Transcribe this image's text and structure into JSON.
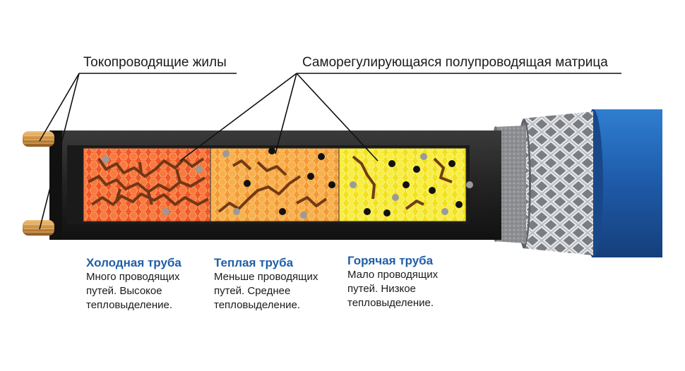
{
  "labels": {
    "conductors": "Токопроводящие жилы",
    "matrix": "Саморегулирующаяся полупроводящая матрица"
  },
  "sections": [
    {
      "title": "Холодная труба",
      "desc_lines": [
        "Много проводящих",
        "путей. Высокое",
        "тепловыделение."
      ]
    },
    {
      "title": "Теплая труба",
      "desc_lines": [
        "Меньше проводящих",
        "путей. Среднее",
        "тепловыделение."
      ]
    },
    {
      "title": "Горячая труба",
      "desc_lines": [
        "Мало проводящих",
        "путей. Низкое",
        "тепловыделение."
      ]
    }
  ],
  "colors": {
    "title_blue": "#1f5fa8",
    "cold_matrix": "#f4632a",
    "warm_matrix": "#f7a33c",
    "hot_matrix": "#f5e62a",
    "cable_jacket": "#1e5aa8",
    "cable_body": "#2b2b2b",
    "copper": "#d79a4a"
  }
}
